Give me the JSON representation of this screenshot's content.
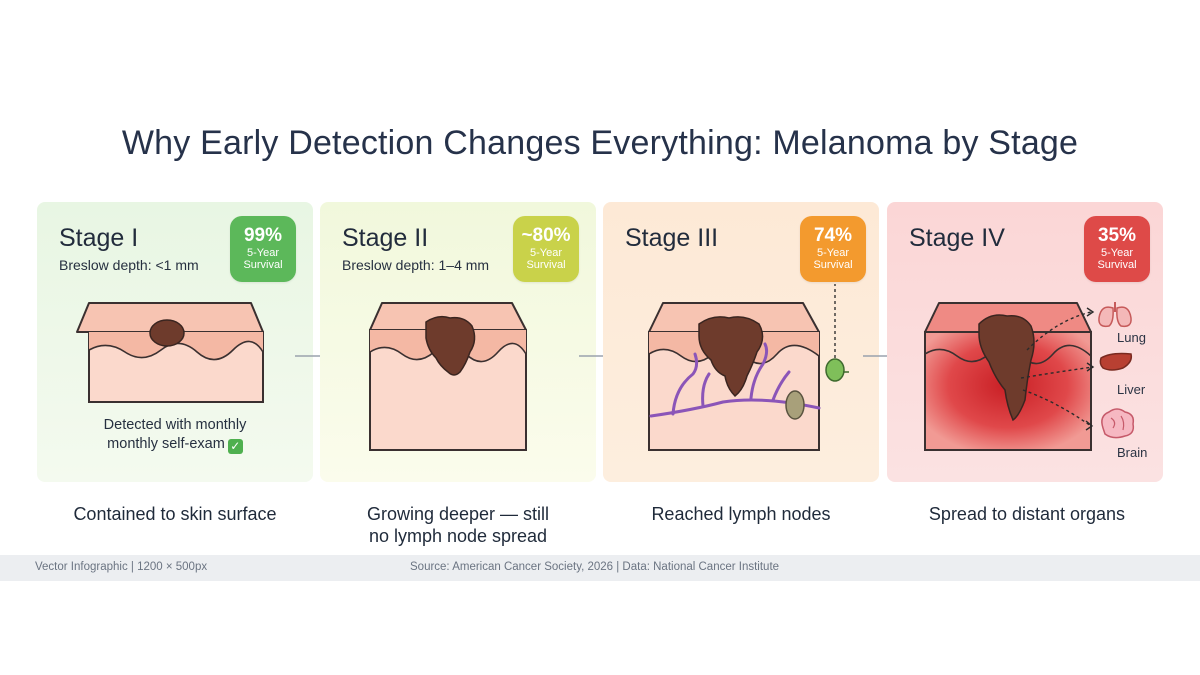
{
  "title": "Why Early Detection Changes Everything: Melanoma by Stage",
  "stages": [
    {
      "name": "Stage I",
      "depth": "Breslow depth: <1 mm",
      "survival": "99%",
      "survival_label": "5-Year Survival",
      "note_line1": "Detected with monthly",
      "note_line2": "monthly self-exam",
      "note_icon": "check-mark-icon",
      "caption": "Contained to skin surface",
      "badge_color": "#5cb85a"
    },
    {
      "name": "Stage II",
      "depth": "Breslow depth: 1–4 mm",
      "survival": "~80%",
      "survival_label": "5-Year Survival",
      "caption_line1": "Growing deeper — still",
      "caption_line2": "no lymph node spread",
      "badge_color": "#c9d24a"
    },
    {
      "name": "Stage III",
      "survival": "74%",
      "survival_label": "5-Year Survival",
      "caption": "Reached lymph nodes",
      "badge_color": "#f39a2e"
    },
    {
      "name": "Stage IV",
      "survival": "35%",
      "survival_label": "5-Year Survival",
      "organs": [
        "Lung",
        "Liver",
        "Brain"
      ],
      "caption": "Spread to distant organs",
      "badge_color": "#de4a48"
    }
  ],
  "footer": {
    "left": "Vector Infographic | 1200 × 500px",
    "source": "Source: American Cancer Society, 2026 | Data: National Cancer Institute"
  }
}
